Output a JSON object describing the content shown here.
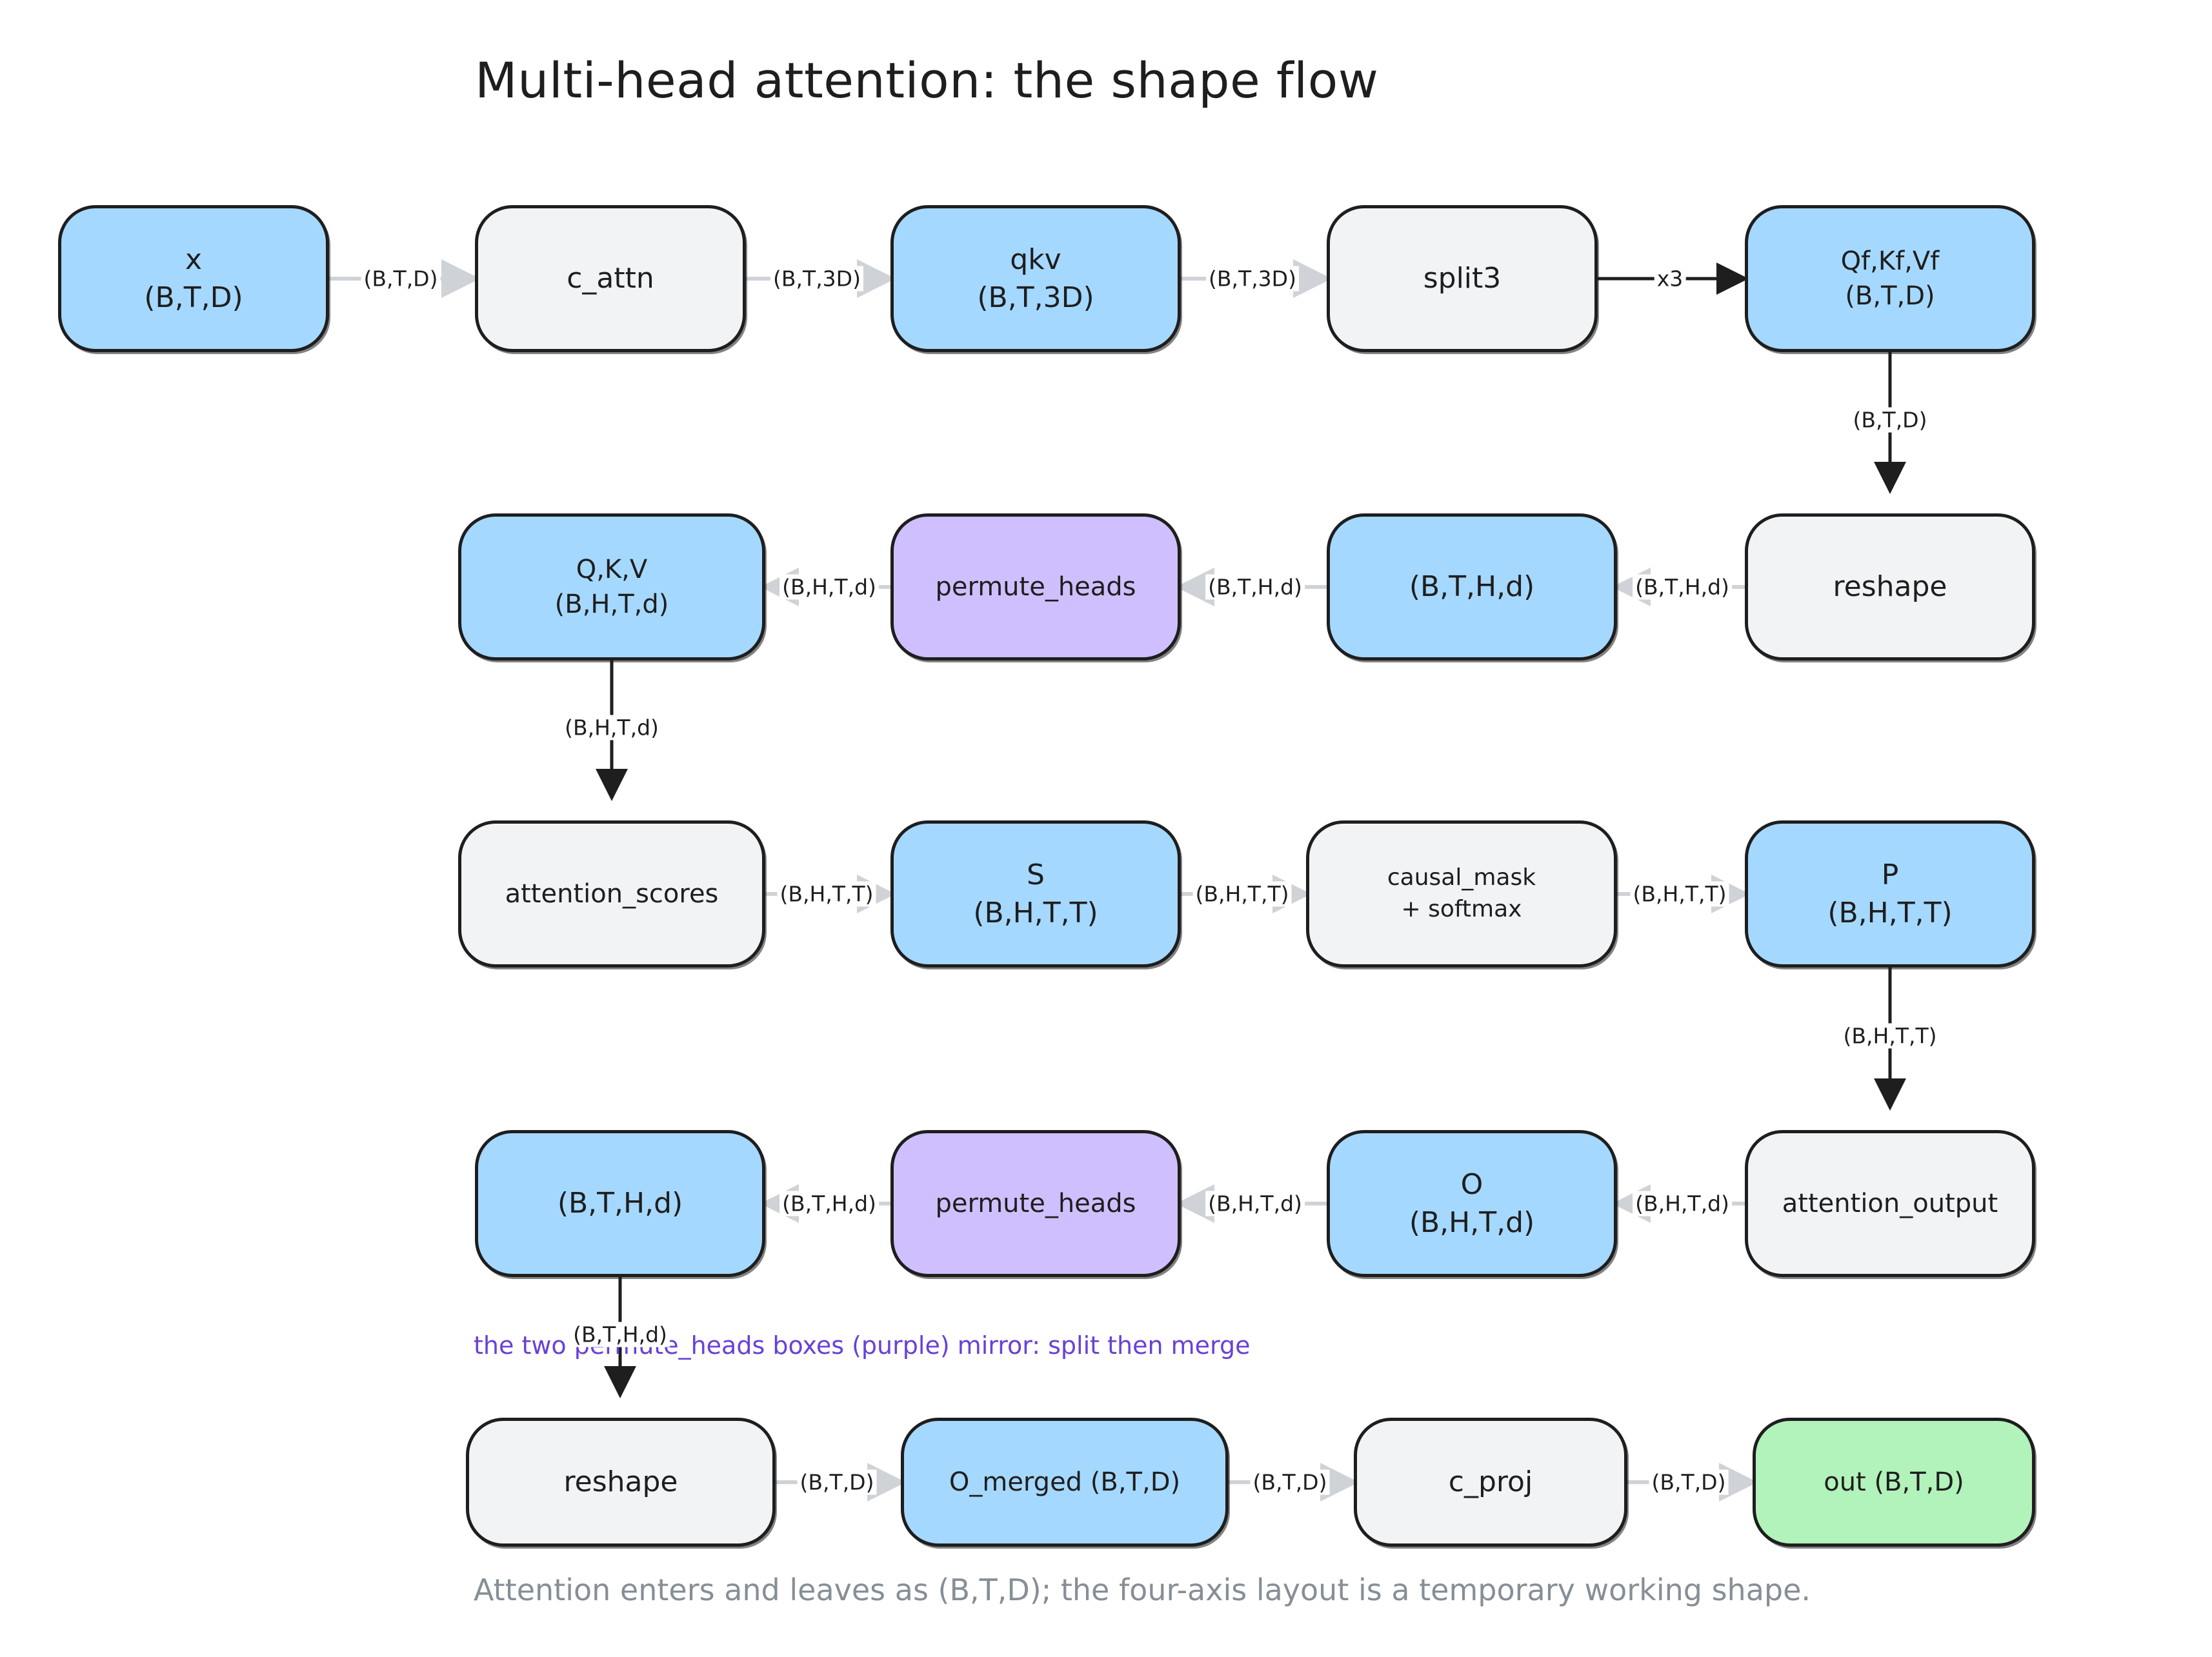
{
  "title": "Multi-head attention: the shape flow",
  "nodes": {
    "x": {
      "l1": "x",
      "l2": "(B,T,D)"
    },
    "c_attn": {
      "l1": "c_attn"
    },
    "qkv": {
      "l1": "qkv",
      "l2": "(B,T,3D)"
    },
    "split3": {
      "l1": "split3"
    },
    "qkv_flat": {
      "l1": "Qf,Kf,Vf",
      "l2": "(B,T,D)"
    },
    "reshape_in": {
      "l1": "reshape"
    },
    "bthd_in": {
      "l1": "(B,T,H,d)"
    },
    "permute_in": {
      "l1": "permute_heads"
    },
    "qkv_heads": {
      "l1": "Q,K,V",
      "l2": "(B,H,T,d)"
    },
    "attn_scores": {
      "l1": "attention_scores"
    },
    "scores": {
      "l1": "S",
      "l2": "(B,H,T,T)"
    },
    "mask_softmax": {
      "l1": "causal_mask",
      "l2": "+ softmax"
    },
    "probs": {
      "l1": "P",
      "l2": "(B,H,T,T)"
    },
    "attn_output": {
      "l1": "attention_output"
    },
    "o_heads": {
      "l1": "O",
      "l2": "(B,H,T,d)"
    },
    "permute_out": {
      "l1": "permute_heads"
    },
    "bthd_out": {
      "l1": "(B,T,H,d)"
    },
    "reshape_out": {
      "l1": "reshape"
    },
    "o_merged": {
      "l1": "O_merged (B,T,D)"
    },
    "c_proj": {
      "l1": "c_proj"
    },
    "out": {
      "l1": "out (B,T,D)"
    }
  },
  "edges": [
    {
      "from": "x",
      "to": "c_attn",
      "label": "(B,T,D)"
    },
    {
      "from": "c_attn",
      "to": "qkv",
      "label": "(B,T,3D)"
    },
    {
      "from": "qkv",
      "to": "split3",
      "label": "(B,T,3D)"
    },
    {
      "from": "split3",
      "to": "qkv_flat",
      "label": "x3"
    },
    {
      "from": "qkv_flat",
      "to": "reshape_in",
      "label": "(B,T,D)"
    },
    {
      "from": "reshape_in",
      "to": "bthd_in",
      "label": "(B,T,H,d)"
    },
    {
      "from": "bthd_in",
      "to": "permute_in",
      "label": "(B,T,H,d)"
    },
    {
      "from": "permute_in",
      "to": "qkv_heads",
      "label": "(B,H,T,d)"
    },
    {
      "from": "qkv_heads",
      "to": "attn_scores",
      "label": "(B,H,T,d)"
    },
    {
      "from": "attn_scores",
      "to": "scores",
      "label": "(B,H,T,T)"
    },
    {
      "from": "scores",
      "to": "mask_softmax",
      "label": "(B,H,T,T)"
    },
    {
      "from": "mask_softmax",
      "to": "probs",
      "label": "(B,H,T,T)"
    },
    {
      "from": "probs",
      "to": "attn_output",
      "label": "(B,H,T,T)"
    },
    {
      "from": "attn_output",
      "to": "o_heads",
      "label": "(B,H,T,d)"
    },
    {
      "from": "o_heads",
      "to": "permute_out",
      "label": "(B,H,T,d)"
    },
    {
      "from": "permute_out",
      "to": "bthd_out",
      "label": "(B,T,H,d)"
    },
    {
      "from": "bthd_out",
      "to": "reshape_out",
      "label": "(B,T,H,d)"
    },
    {
      "from": "reshape_out",
      "to": "o_merged",
      "label": "(B,T,D)"
    },
    {
      "from": "o_merged",
      "to": "c_proj",
      "label": "(B,T,D)"
    },
    {
      "from": "c_proj",
      "to": "out",
      "label": "(B,T,D)"
    }
  ],
  "note": "the two permute_heads boxes (purple) mirror: split then merge",
  "caption": "Attention enters and leaves as (B,T,D); the four-axis layout is a temporary working shape.",
  "colors": {
    "tensor_fill": "#a5d8ff",
    "op_fill": "#f1f3f5",
    "permute_fill": "#d0bfff",
    "output_fill": "#b2f2bb",
    "stroke": "#1e1e1e",
    "note_text": "#6741d9",
    "caption_text": "#868e96"
  }
}
